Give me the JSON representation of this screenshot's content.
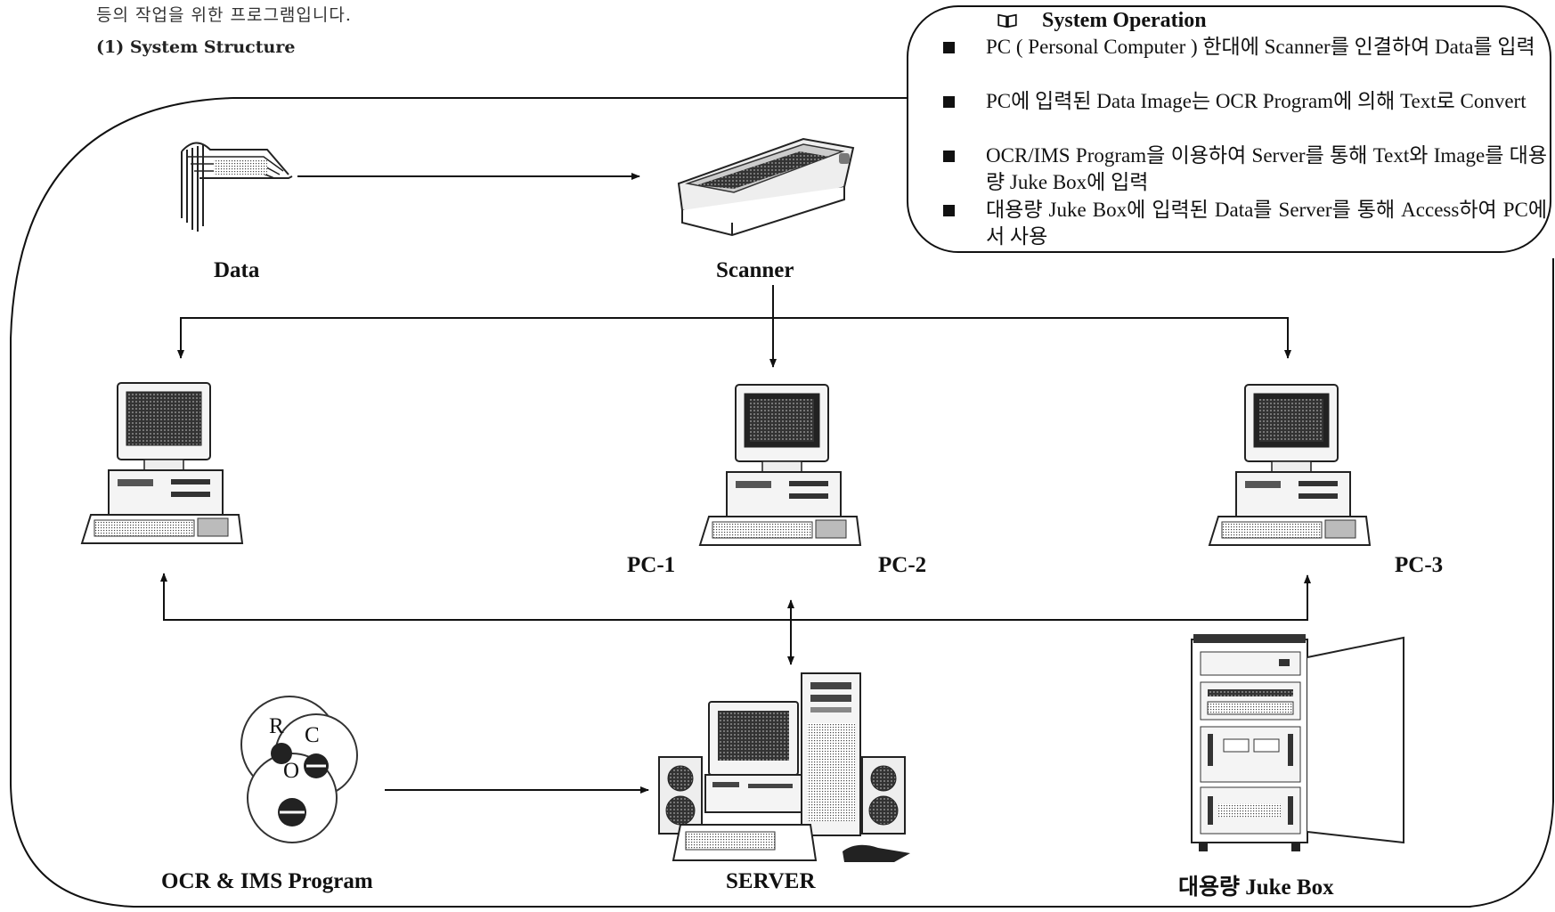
{
  "intro_line": "등의 작업을 위한 프로그램입니다.",
  "section_title": "(1) System Structure",
  "system_operation": {
    "title": "System Operation",
    "items": [
      "PC ( Personal Computer ) 한대에 Scanner를 인결하여 Data를 입력",
      "PC에 입력된 Data Image는 OCR Program에 의해 Text로 Convert",
      "OCR/IMS Program을 이용하여 Server를 통해 Text와 Image를 대용량 Juke Box에 입력",
      "대용량 Juke Box에 입력된 Data를 Server를 통해 Access하여 PC에서 사용"
    ]
  },
  "labels": {
    "data": "Data",
    "scanner": "Scanner",
    "pc1": "PC-1",
    "pc2": "PC-2",
    "pc3": "PC-3",
    "ocr_program": "OCR & IMS Program",
    "server": "SERVER",
    "jukebox": "대용량 Juke Box"
  },
  "disc_letters": [
    "R",
    "C",
    "O"
  ]
}
